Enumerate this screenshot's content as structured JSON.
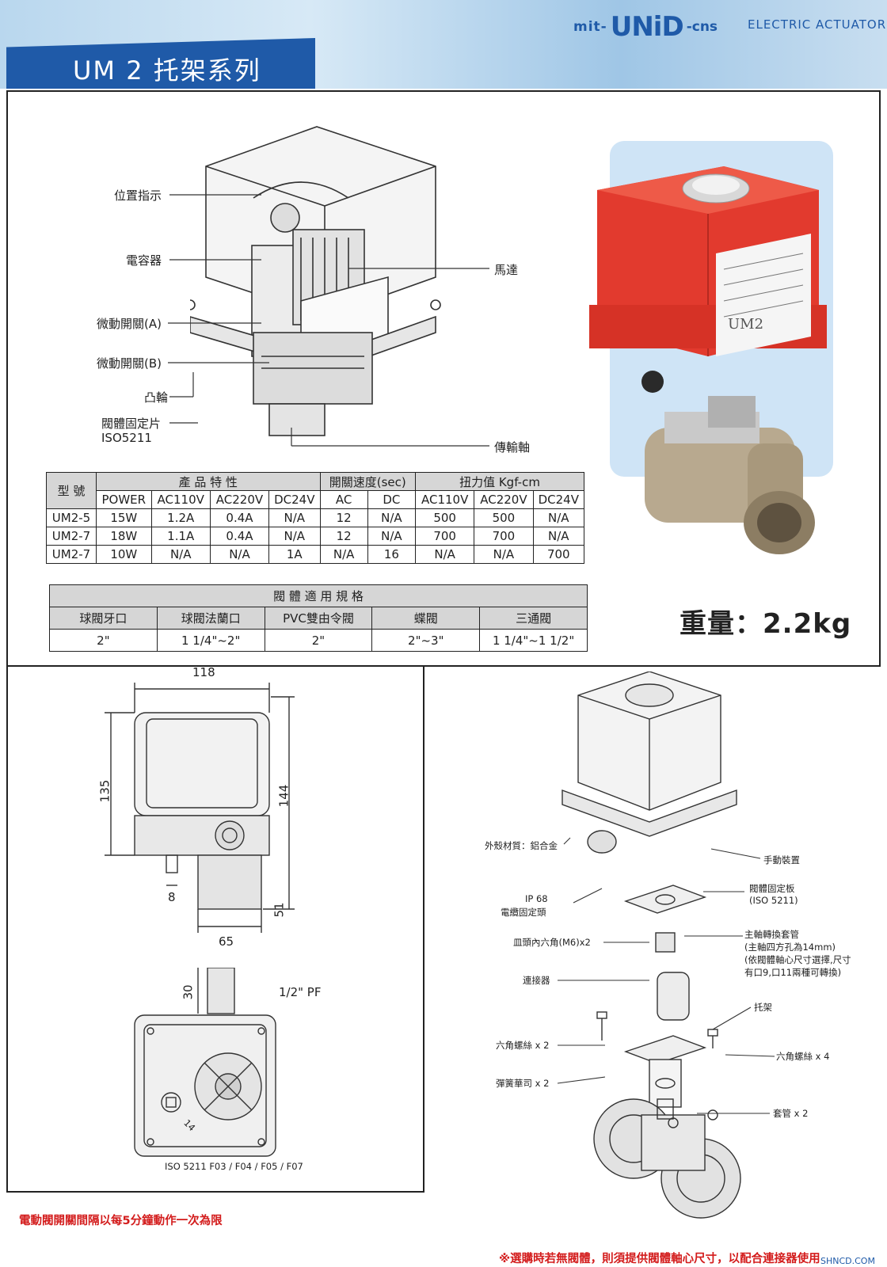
{
  "header": {
    "title": "UM 2 托架系列",
    "brand_mit": "mit-",
    "brand_unid": "UNiD",
    "brand_cns": "-cns",
    "brand_tagline": "ELECTRIC ACTUATOR"
  },
  "cutaway_labels": {
    "position_indicator": "位置指示",
    "capacitor": "電容器",
    "micro_switch_a": "微動開關(A)",
    "micro_switch_b": "微動開關(B)",
    "cam": "凸輪",
    "valve_mount_plate": "閥體固定片",
    "iso": "ISO5211",
    "motor": "馬達",
    "drive_shaft": "傳輸軸"
  },
  "spec_table": {
    "model_header": "型 號",
    "product_header": "產 品 特 性",
    "speed_header": "開關速度(sec)",
    "torque_header": "扭力值 Kgf-cm",
    "sub_headers": [
      "POWER",
      "AC110V",
      "AC220V",
      "DC24V",
      "AC",
      "DC",
      "AC110V",
      "AC220V",
      "DC24V"
    ],
    "rows": [
      [
        "UM2-5",
        "15W",
        "1.2A",
        "0.4A",
        "N/A",
        "12",
        "N/A",
        "500",
        "500",
        "N/A"
      ],
      [
        "UM2-7",
        "18W",
        "1.1A",
        "0.4A",
        "N/A",
        "12",
        "N/A",
        "700",
        "700",
        "N/A"
      ],
      [
        "UM2-7",
        "10W",
        "N/A",
        "N/A",
        "1A",
        "N/A",
        "16",
        "N/A",
        "N/A",
        "700"
      ]
    ]
  },
  "valve_table": {
    "title": "閥 體 適 用 規 格",
    "headers": [
      "球閥牙口",
      "球閥法蘭口",
      "PVC雙由令閥",
      "蝶閥",
      "三通閥"
    ],
    "values": [
      "2\"",
      "1 1/4\"~2\"",
      "2\"",
      "2\"~3\"",
      "1 1/4\"~1 1/2\""
    ]
  },
  "weight": "重量：2.2kg",
  "dimensions": {
    "width_top": "118",
    "height_left": "135",
    "height_right": "144",
    "shaft_offset": "8",
    "bracket_height": "51",
    "bracket_width": "65",
    "gland_height": "30",
    "gland_thread": "1/2\" PF",
    "square": "14",
    "iso_label": "ISO 5211 F03 / F04 / F05 / F07"
  },
  "exploded_labels": {
    "housing": "外殼材質：鋁合金",
    "manual": "手動裝置",
    "ip68": "IP 68",
    "cable_gland": "電纜固定頭",
    "mount_plate": "閥體固定板",
    "mount_plate_iso": "(ISO 5211)",
    "screw_m6": "皿頭內六角(M6)x2",
    "adapter_sleeve": "主軸轉換套管",
    "adapter_note1": "(主軸四方孔為14mm)",
    "adapter_note2": "(依閥體軸心尺寸選擇,尺寸",
    "adapter_note3": "有口9,口11兩種可轉換)",
    "connector": "連接器",
    "bracket": "托架",
    "hex_bolt_2": "六角螺絲 x 2",
    "hex_bolt_4": "六角螺絲 x 4",
    "spring_washer": "彈簧華司 x 2",
    "sleeve": "套管 x 2"
  },
  "footnotes": {
    "left": "電動閥開關間隔以每5分鐘動作一次為限",
    "right": "※選購時若無閥體，則須提供閥體軸心尺寸，以配合連接器使用",
    "watermark": "SHNCD.COM"
  },
  "colors": {
    "brand_blue": "#1f5aa8",
    "actuator_red": "#e23a2e",
    "note_red": "#d31b1b"
  }
}
